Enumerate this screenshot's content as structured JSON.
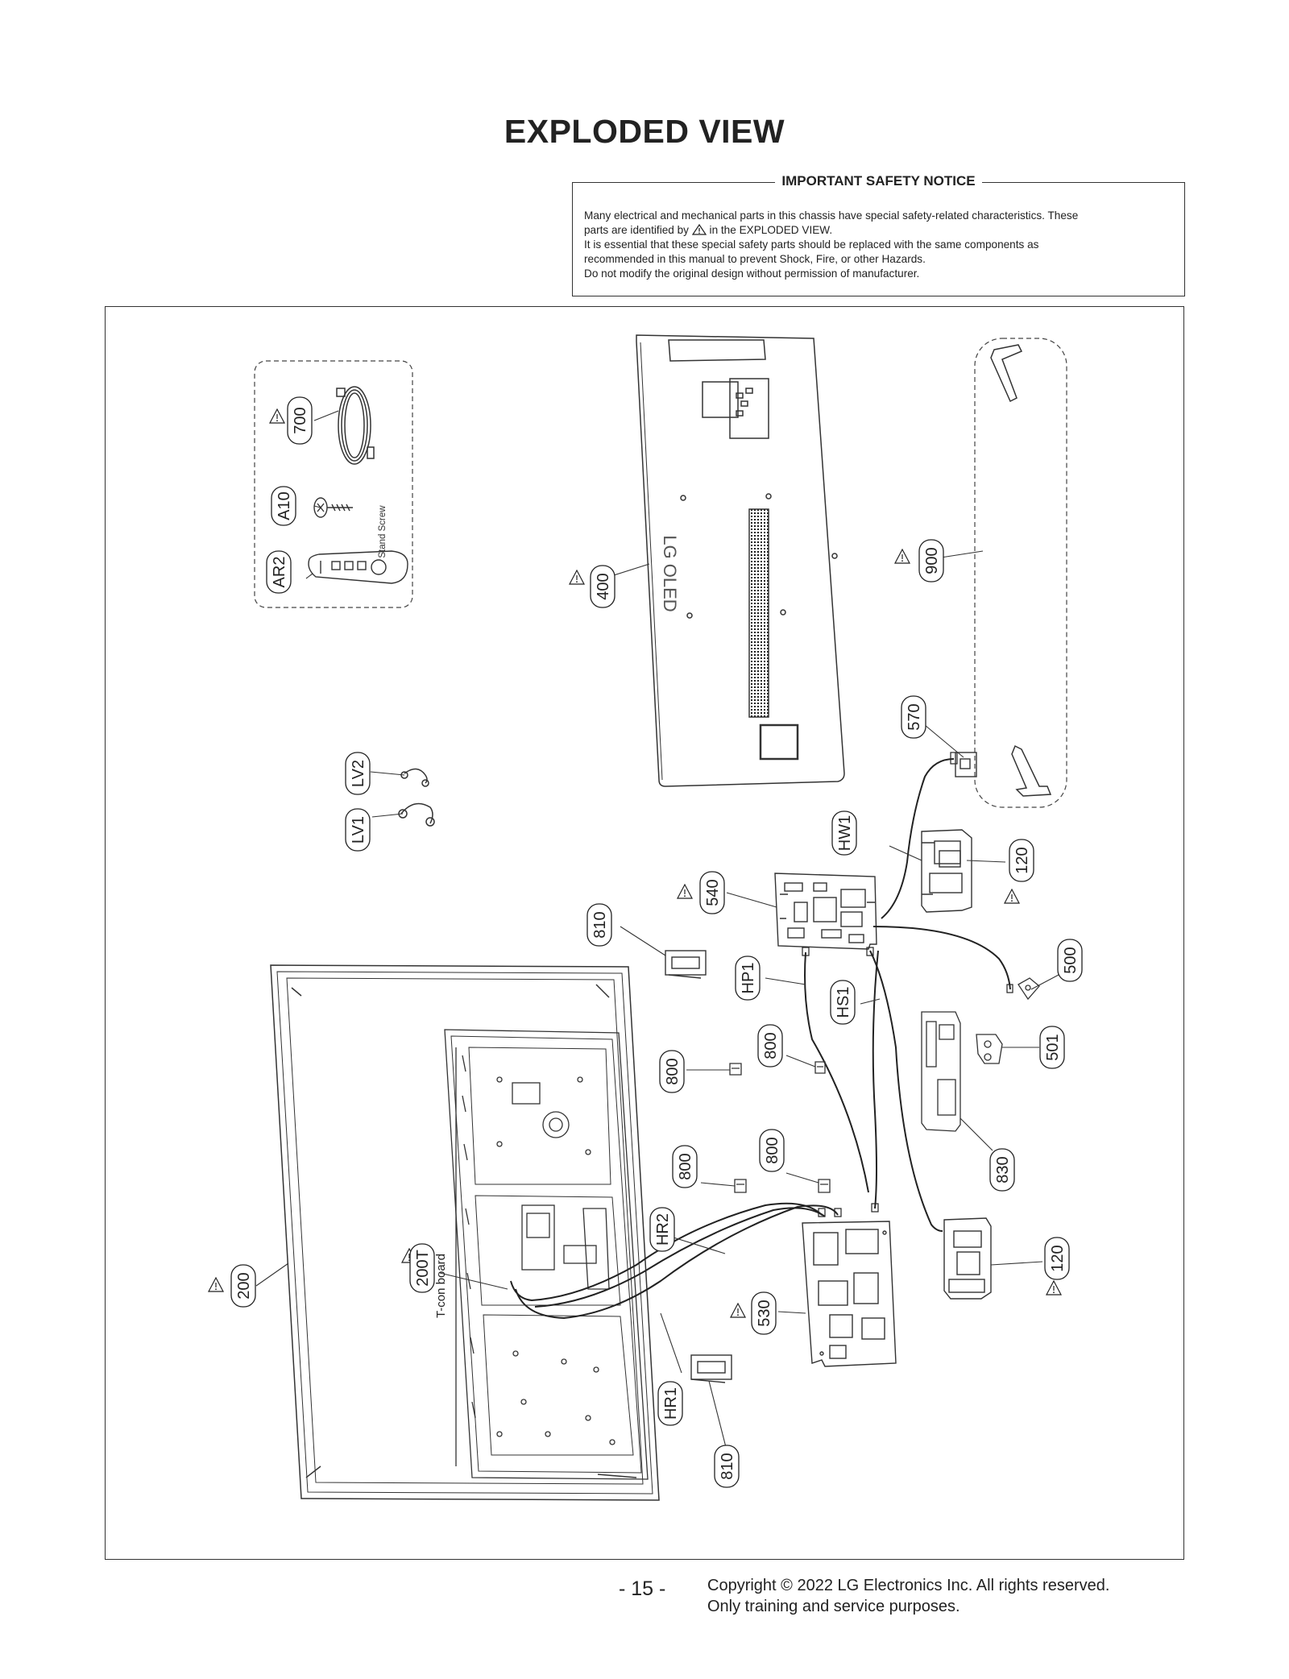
{
  "title": "EXPLODED VIEW",
  "notice": {
    "title": "IMPORTANT SAFETY NOTICE",
    "line1": "Many electrical and mechanical parts in this chassis have special safety-related characteristics. These",
    "line2_before": "parts are identified by",
    "line2_after": "in the EXPLODED VIEW.",
    "line3": "It is essential that these special safety parts should be replaced with the same components as",
    "line4": "recommended in this manual to prevent Shock, Fire, or other Hazards.",
    "line5": "Do not modify the original design without permission of manufacturer."
  },
  "accessories": {
    "stand_screw": "Stand Screw"
  },
  "back_cover_logo": "LG OLED",
  "tcon_label": "T-con board",
  "parts": {
    "p700": "700",
    "pA10": "A10",
    "pAR2": "AR2",
    "p400": "400",
    "p900": "900",
    "p570": "570",
    "pLV2": "LV2",
    "pLV1": "LV1",
    "pHW1": "HW1",
    "p120a": "120",
    "p540": "540",
    "p810a": "810",
    "pHP1": "HP1",
    "pHS1": "HS1",
    "p500": "500",
    "p800a": "800",
    "p800b": "800",
    "p501": "501",
    "p800c": "800",
    "p800d": "800",
    "p830": "830",
    "p200": "200",
    "p200T": "200T",
    "pHR2": "HR2",
    "p120b": "120",
    "p530": "530",
    "pHR1": "HR1",
    "p810b": "810"
  },
  "footer": {
    "page": "- 15 -",
    "copyright": "Copyright © 2022 LG Electronics Inc. All rights reserved.",
    "usage": "Only training and service purposes."
  }
}
